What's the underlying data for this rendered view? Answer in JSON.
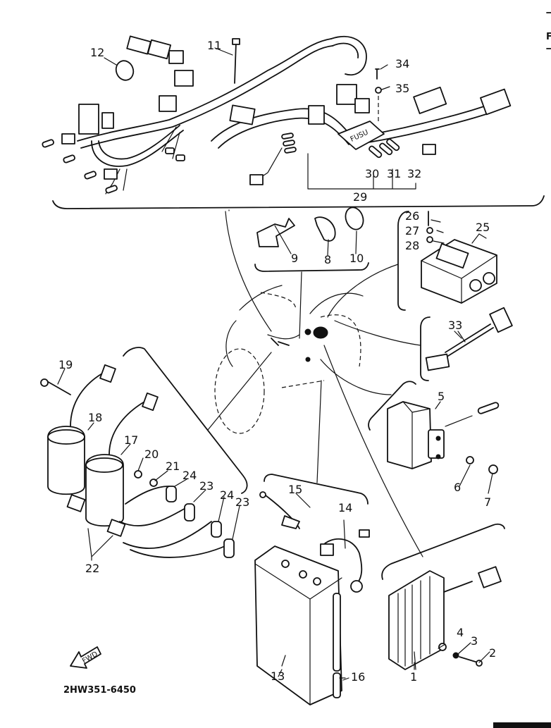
{
  "diagram": {
    "title": "Electrical 1",
    "figure_code": "2HW351-6450",
    "front_arrow_label": "FWD",
    "fuse_box_label": "FUSU",
    "edge_mark": "F",
    "parts": [
      {
        "ref": "1",
        "name": "rectifier-regulator"
      },
      {
        "ref": "2",
        "name": "bolt"
      },
      {
        "ref": "3",
        "name": "lock-washer"
      },
      {
        "ref": "4",
        "name": "washer"
      },
      {
        "ref": "5",
        "name": "starter-relay"
      },
      {
        "ref": "6",
        "name": "washer"
      },
      {
        "ref": "7",
        "name": "nut"
      },
      {
        "ref": "8",
        "name": "clamp"
      },
      {
        "ref": "9",
        "name": "bracket"
      },
      {
        "ref": "10",
        "name": "clamp"
      },
      {
        "ref": "11",
        "name": "band"
      },
      {
        "ref": "12",
        "name": "clamp"
      },
      {
        "ref": "13",
        "name": "battery"
      },
      {
        "ref": "14",
        "name": "battery-lead-negative"
      },
      {
        "ref": "15",
        "name": "battery-lead-positive"
      },
      {
        "ref": "16",
        "name": "breather-pipe"
      },
      {
        "ref": "17",
        "name": "ignition-coil"
      },
      {
        "ref": "18",
        "name": "ignition-coil"
      },
      {
        "ref": "19",
        "name": "bolt"
      },
      {
        "ref": "20",
        "name": "washer"
      },
      {
        "ref": "21",
        "name": "nut"
      },
      {
        "ref": "22",
        "name": "damper"
      },
      {
        "ref": "23",
        "name": "plug-cap"
      },
      {
        "ref": "24",
        "name": "plug-cap"
      },
      {
        "ref": "25",
        "name": "igniter-unit"
      },
      {
        "ref": "26",
        "name": "screw"
      },
      {
        "ref": "27",
        "name": "lock-washer"
      },
      {
        "ref": "28",
        "name": "washer"
      },
      {
        "ref": "29",
        "name": "wire-harness"
      },
      {
        "ref": "30",
        "name": "fuse"
      },
      {
        "ref": "31",
        "name": "fuse"
      },
      {
        "ref": "32",
        "name": "fuse"
      },
      {
        "ref": "33",
        "name": "lead-wire"
      },
      {
        "ref": "34",
        "name": "screw"
      },
      {
        "ref": "35",
        "name": "washer"
      }
    ]
  }
}
